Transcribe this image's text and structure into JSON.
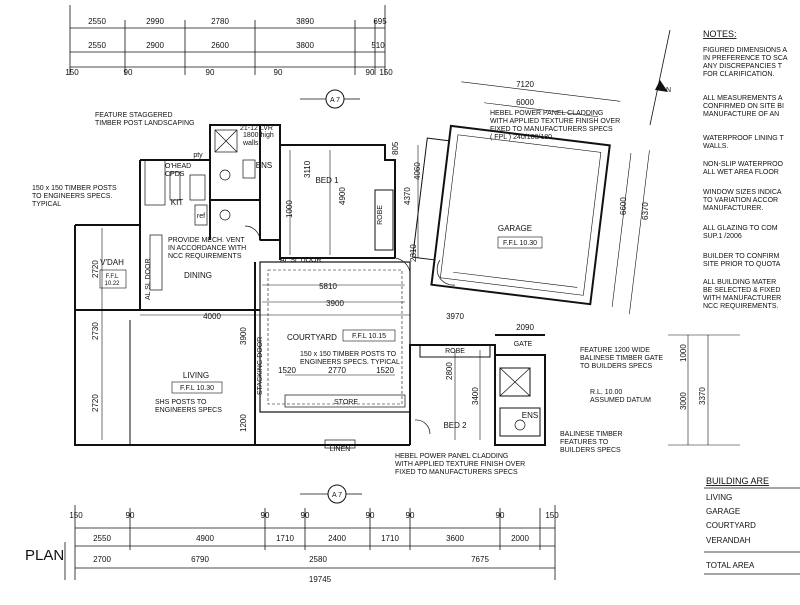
{
  "title": "PLAN",
  "top_dims_row1": [
    "2550",
    "2990",
    "2780",
    "3890",
    "695"
  ],
  "top_dims_row2": [
    "2550",
    "2900",
    "2600",
    "3800",
    "510"
  ],
  "top_dims_row3": [
    "150",
    "90",
    "90",
    "90",
    "90",
    "150"
  ],
  "section_marker": "A 7",
  "rooms": {
    "ens_top": "ENS",
    "bed1": "BED 1",
    "kit": "KIT",
    "dining": "DINING",
    "vdah": "V'DAH",
    "vdah_ffl": "F.F.L\n10.22",
    "living": "LIVING",
    "living_ffl": "F.F.L 10.30",
    "courtyard": "COURTYARD",
    "courtyard_ffl": "F.F.L 10.15",
    "garage": "GARAGE",
    "garage_ffl": "F.F.L 10.30",
    "bed2": "BED 2",
    "ens_bottom": "ENS",
    "robe1": "ROBE",
    "robe2": "ROBE",
    "gate": "GATE",
    "store": "STORE",
    "linen": "LINEN",
    "pty": "pty",
    "ref": "ref"
  },
  "annotations": {
    "feature_post": "FEATURE STAGGERED\nTIMBER POST LANDSCAPING",
    "posts_150": "150 x 150 TIMBER POSTS\nTO ENGINEERS SPECS.\nTYPICAL",
    "hebel_top": "HEBEL POWER PANEL CLADDING\nWITH APPLIED TEXTURE FINISH OVER\nFIXED TO MANUFACTURERS SPECS\n( FPL ) 240/180/180",
    "mech_vent": "PROVIDE MECH. VENT\nIN ACCORDANCE WITH\nNCC REQUIREMENTS",
    "courtyard_posts": "150 x 150 TIMBER POSTS TO\nENGINEERS SPECS. TYPICAL",
    "shs_posts": "SHS POSTS TO\nENGINEERS SPECS",
    "gate_note": "FEATURE 1200 WIDE\nBALINESE TIMBER GATE\nTO BUILDERS SPECS",
    "rl": "R.L. 10.00\nASSUMED DATUM",
    "balinese": "BALINESE TIMBER\nFEATURES TO\nBUILDERS SPECS",
    "hebel_bottom": "HEBEL POWER PANEL CLADDING\nWITH APPLIED TEXTURE FINISH OVER\nFIXED TO MANUFACTURERS SPECS",
    "ohead": "O'HEAD\nCPDS",
    "shower": "1800 high\nwalls",
    "al_door1": "AL SL DOOR",
    "al_door2": "AL SL DOOR",
    "stacking": "STACKING DOOR",
    "glazing": "21-12 LVR"
  },
  "interior_dims": [
    "3110",
    "4900",
    "1000",
    "805",
    "4370",
    "4060",
    "2310",
    "7120",
    "6000",
    "6600",
    "6370",
    "4000",
    "3900",
    "3970",
    "5810",
    "2770",
    "1520",
    "1520",
    "2800",
    "3400",
    "2090",
    "2720",
    "2730",
    "2720",
    "3900",
    "1200",
    "1000",
    "3000",
    "3370"
  ],
  "bottom_dims_row1": [
    "150",
    "90",
    "90",
    "90",
    "90",
    "90",
    "90",
    "150"
  ],
  "bottom_dims_row2": [
    "2550",
    "4900",
    "1710",
    "2400",
    "1710",
    "3600",
    "2000"
  ],
  "bottom_dims_row3": [
    "2700",
    "6790",
    "2580",
    "7675"
  ],
  "overall_length": "19745",
  "notes": {
    "heading": "NOTES:",
    "items": [
      "FIGURED DIMENSIONS A\nIN PREFERENCE TO SCA\nANY DISCREPANCIES T\nFOR CLARIFICATION.",
      "ALL MEASUREMENTS A\nCONFIRMED ON SITE BI\nMANUFACTURE OF AN",
      "WATERPROOF LINING T\nWALLS.",
      "NON-SLIP WATERPROO\nALL WET AREA FLOOR",
      "WINDOW SIZES INDICA\nTO VARIATION ACCOR\nMANUFACTURER.",
      "ALL GLAZING TO COM\nSUP.1 /2006",
      "BUILDER TO CONFIRM\nSITE PRIOR TO QUOTA",
      "ALL BUILDING MATER\nBE SELECTED & FIXED\nWITH MANUFACTURER\nNCC REQUIREMENTS."
    ]
  },
  "areas": {
    "heading": "BUILDING ARE",
    "rows": [
      "LIVING",
      "GARAGE",
      "COURTYARD",
      "VERANDAH"
    ],
    "total": "TOTAL AREA"
  },
  "compass": "N"
}
